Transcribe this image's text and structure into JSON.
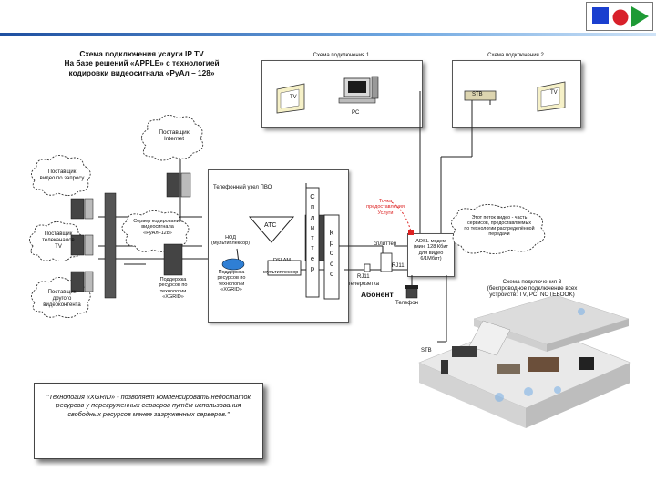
{
  "title": [
    "Схема подключения услуги IP TV",
    "На базе решений «APPLE» с технологией",
    "кодировки видеосигнала «РуАл – 128»"
  ],
  "variant1": {
    "label": "Схема подключения 1",
    "tv": "TV",
    "pc": "PC"
  },
  "variant2": {
    "label": "Схема подключения 2",
    "stb": "STB",
    "tv": "TV"
  },
  "clouds": {
    "internet": [
      "Поставщик",
      "Internet"
    ],
    "video_on_demand": [
      "Поставщик",
      "видео по запросу"
    ],
    "tv_channels": [
      "Поставщик",
      "телеканалов",
      "TV"
    ],
    "other_video": [
      "Поставщик",
      "другого",
      "видеоконтента"
    ],
    "encoding_server": [
      "Сервер кодирования",
      "видеосигнала",
      "«РуАл–128»"
    ],
    "video_note": [
      "Этот поток видео - часть",
      "сервисов, предоставляемых",
      "по технологии распределённой",
      "передачи"
    ]
  },
  "labels": {
    "phone_network": "Телефонный узел ПВО",
    "ats": "АТС",
    "nod": [
      "НОД",
      "(мультиплексор)"
    ],
    "dslam": "DSLAM",
    "multiplexer": "мультиплексор",
    "resource_support_1": [
      "Поддержка",
      "ресурсов по",
      "технологии",
      "«XGRID»"
    ],
    "resource_support_2": [
      "Поддержка",
      "ресурсов по",
      "технологии",
      "«XGRID»"
    ],
    "cross": [
      "К",
      "р",
      "о",
      "с",
      "с"
    ],
    "split": [
      "С",
      "п",
      "л",
      "и",
      "т",
      "т",
      "е",
      "р"
    ],
    "service_point": [
      "Точка",
      "предоставления",
      "Услуги"
    ],
    "splitter": "сплиттер",
    "modem": [
      "ADSL-модем",
      "(мин. 128 Кбит",
      "для видео",
      "6/1Мбит)"
    ],
    "rj11_a": "RJ11",
    "rj11_b": "RJ11",
    "phone_socket": "телерозетка",
    "subscriber": "Абонент",
    "telephone": "Телефон",
    "variant3": [
      "Схема подключения 3",
      "(беспроводное подключение всех",
      "устройств: TV, PC, NOTEBOOK)"
    ],
    "stb_room": "STB"
  },
  "note": "\"Технология «XGRID» - позволяет компенсировать недостаток ресурсов у перегруженных серверов путём использования свободных ресурсов менее загруженных серверов.\""
}
